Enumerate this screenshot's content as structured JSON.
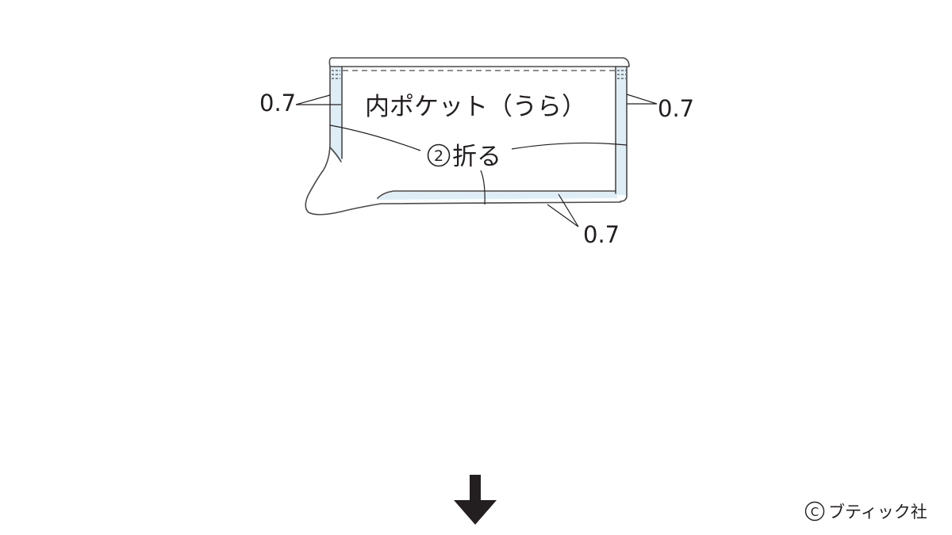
{
  "diagram": {
    "pocket_label": "内ポケット（うら）",
    "step_number": "2",
    "step_instruction": "折る",
    "measurements": {
      "left": "0.7",
      "right": "0.7",
      "bottom": "0.7"
    }
  },
  "colors": {
    "outline": "#4a4a4a",
    "seam_fill": "#dfeef6",
    "leader": "#231f20",
    "arrow": "#231f20",
    "text": "#231f20"
  },
  "arrow_icon": "down-arrow-icon",
  "credit": {
    "symbol": "©",
    "publisher": "ブティック社"
  }
}
